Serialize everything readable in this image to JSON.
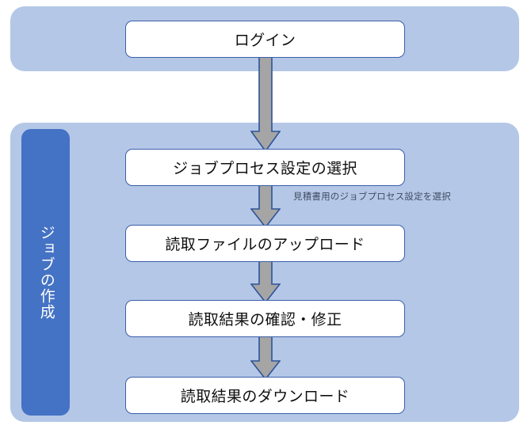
{
  "diagram": {
    "type": "flowchart",
    "orientation": "top-to-bottom",
    "colors": {
      "panel_fill": "#B4C7E7",
      "phase_bar_fill": "#4472C4",
      "node_fill": "#FFFFFF",
      "node_border": "#3B5FA8",
      "arrow_fill": "#A5A5A5",
      "arrow_border": "#2E5496",
      "node_text": "#101010",
      "phase_text": "#FFFFFF",
      "annotation_text": "#3F4C63"
    },
    "panels": [
      {
        "name": "login-panel"
      },
      {
        "name": "job-creation-panel"
      }
    ],
    "phase": {
      "label": "ジョブの作成"
    },
    "nodes": [
      {
        "id": "login",
        "label": "ログイン"
      },
      {
        "id": "select",
        "label": "ジョブプロセス設定の選択"
      },
      {
        "id": "upload",
        "label": "読取ファイルのアップロード"
      },
      {
        "id": "verify",
        "label": "読取結果の確認・修正"
      },
      {
        "id": "download",
        "label": "読取結果のダウンロード"
      }
    ],
    "edges": [
      {
        "from": "login",
        "to": "select",
        "style": "block-arrow-down"
      },
      {
        "from": "select",
        "to": "upload",
        "style": "block-arrow-down"
      },
      {
        "from": "upload",
        "to": "verify",
        "style": "block-arrow-down"
      },
      {
        "from": "verify",
        "to": "download",
        "style": "block-arrow-down"
      }
    ],
    "annotations": [
      {
        "id": "select-note",
        "text": "見積書用のジョブプロセス設定を選択",
        "attached_to": "select"
      }
    ]
  }
}
